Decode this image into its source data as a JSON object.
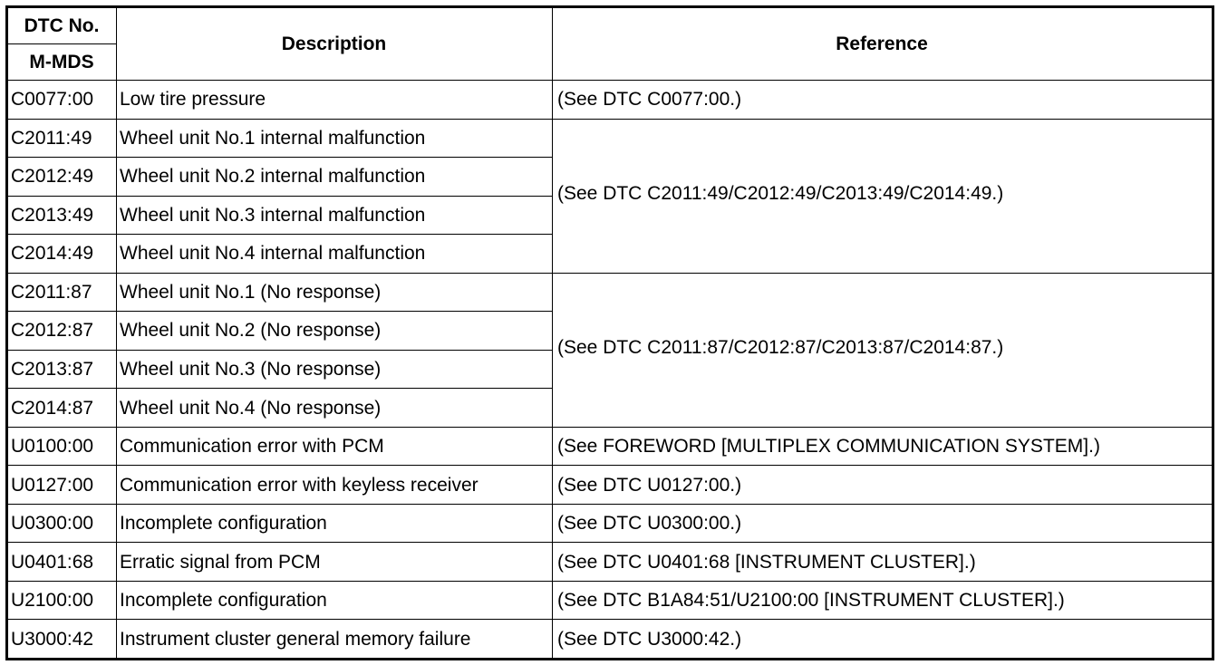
{
  "table": {
    "header": {
      "dtc_no": "DTC No.",
      "m_mds": "M-MDS",
      "description": "Description",
      "reference": "Reference"
    },
    "rows": [
      {
        "code": "C0077:00",
        "description": "Low tire pressure"
      },
      {
        "code": "C2011:49",
        "description": "Wheel unit No.1 internal malfunction"
      },
      {
        "code": "C2012:49",
        "description": "Wheel unit No.2 internal malfunction"
      },
      {
        "code": "C2013:49",
        "description": "Wheel unit No.3 internal malfunction"
      },
      {
        "code": "C2014:49",
        "description": "Wheel unit No.4 internal malfunction"
      },
      {
        "code": "C2011:87",
        "description": "Wheel unit No.1 (No response)"
      },
      {
        "code": "C2012:87",
        "description": "Wheel unit No.2 (No response)"
      },
      {
        "code": "C2013:87",
        "description": "Wheel unit No.3 (No response)"
      },
      {
        "code": "C2014:87",
        "description": "Wheel unit No.4 (No response)"
      },
      {
        "code": "U0100:00",
        "description": "Communication error with PCM"
      },
      {
        "code": "U0127:00",
        "description": "Communication error with keyless receiver"
      },
      {
        "code": "U0300:00",
        "description": "Incomplete configuration"
      },
      {
        "code": "U0401:68",
        "description": "Erratic signal from PCM"
      },
      {
        "code": "U2100:00",
        "description": "Incomplete configuration"
      },
      {
        "code": "U3000:42",
        "description": "Instrument cluster general memory failure"
      }
    ],
    "references": [
      "(See DTC C0077:00.)",
      "(See DTC C2011:49/C2012:49/C2013:49/C2014:49.)",
      "(See DTC C2011:87/C2012:87/C2013:87/C2014:87.)",
      "(See FOREWORD [MULTIPLEX COMMUNICATION SYSTEM].)",
      "(See DTC U0127:00.)",
      "(See DTC U0300:00.)",
      "(See DTC U0401:68 [INSTRUMENT CLUSTER].)",
      "(See DTC B1A84:51/U2100:00 [INSTRUMENT CLUSTER].)",
      "(See DTC U3000:42.)"
    ]
  }
}
